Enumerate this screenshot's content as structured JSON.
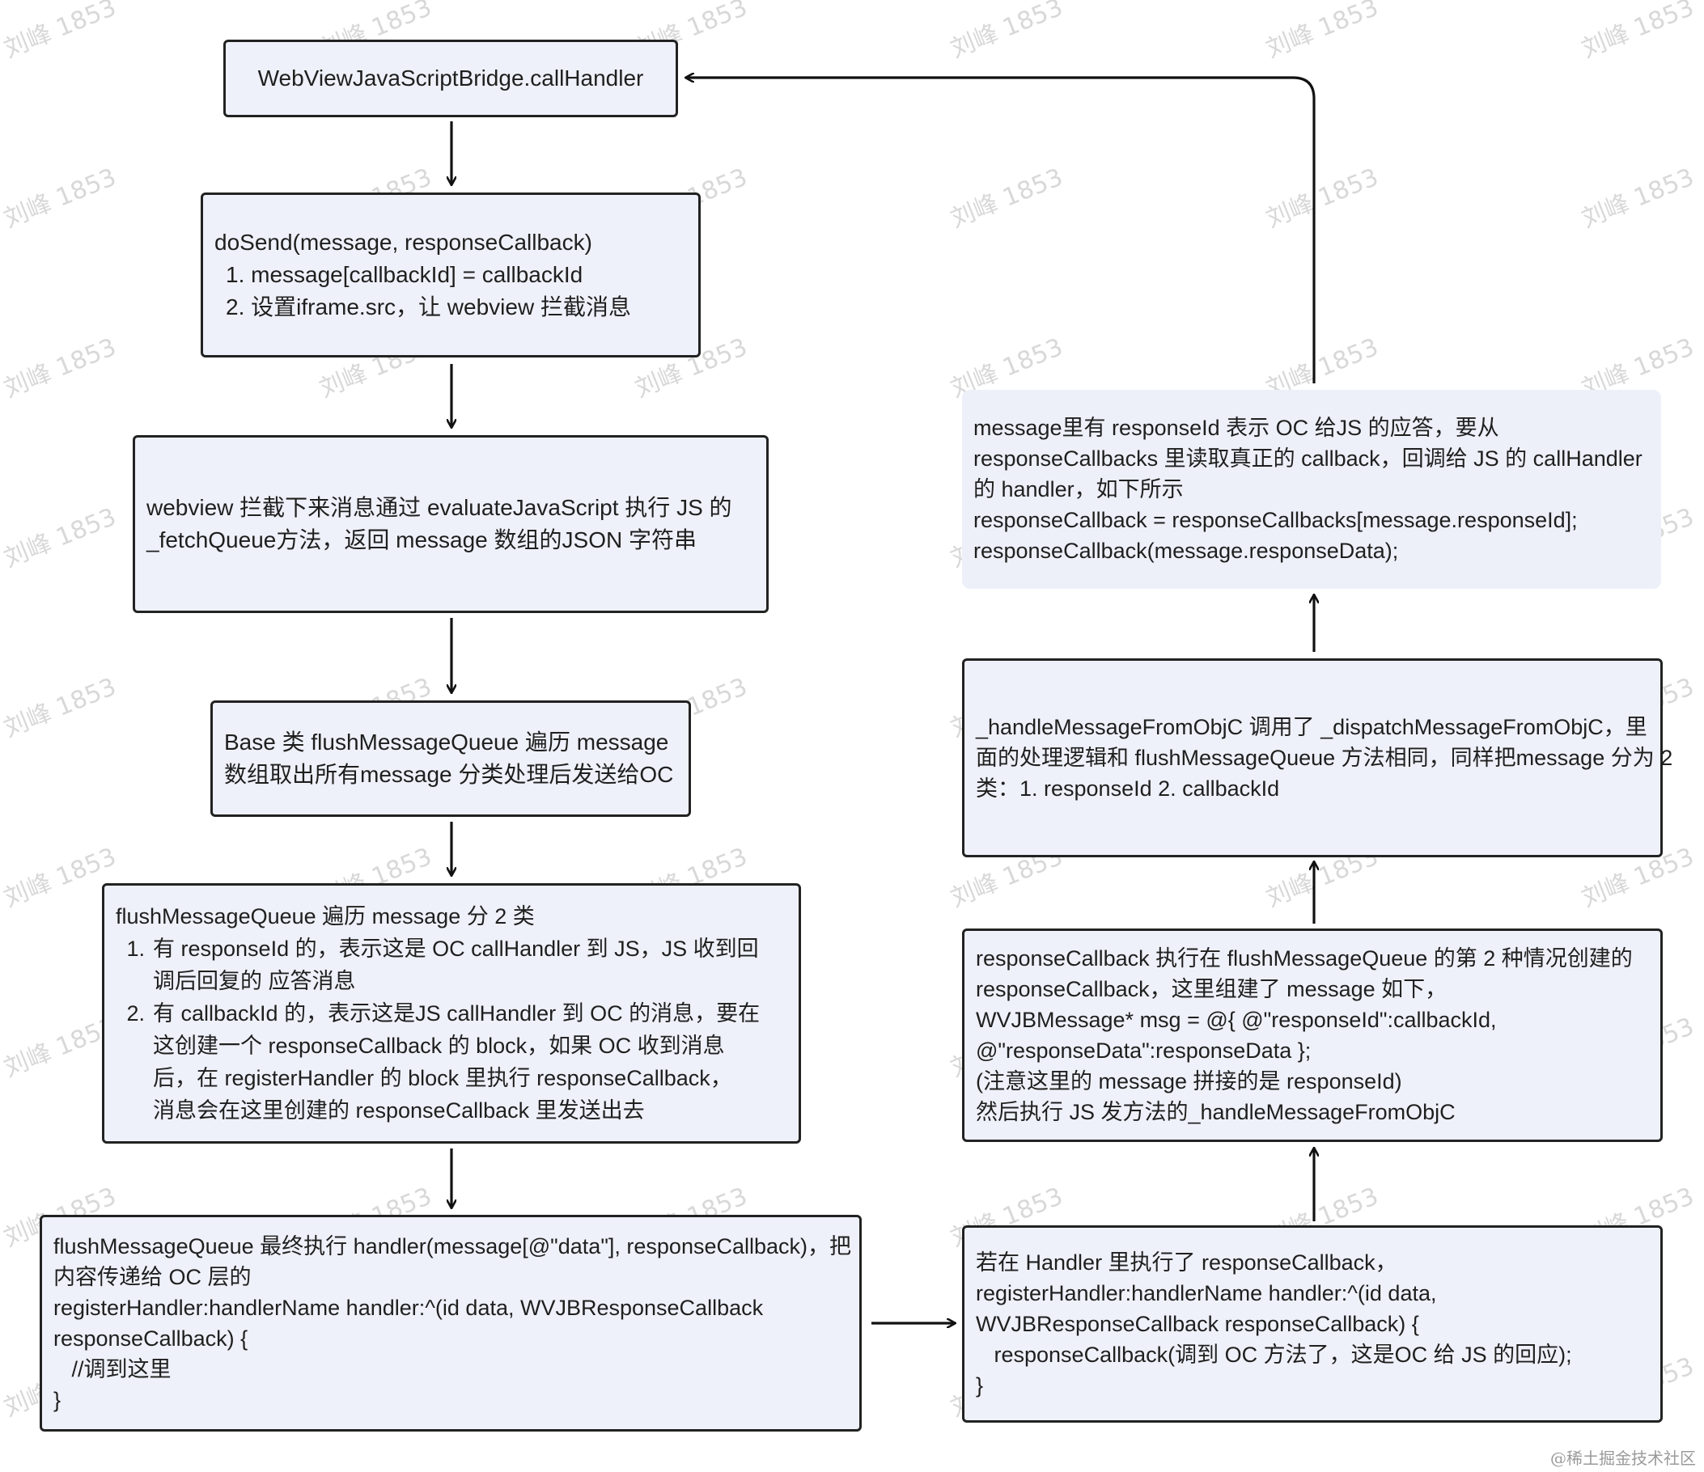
{
  "watermark": "刘峰 1853",
  "footer": "@稀土掘金技术社区",
  "boxes": {
    "call_handler": "WebViewJavaScriptBridge.callHandler",
    "do_send": {
      "title": "doSend(message, responseCallback)",
      "items": [
        "1. message[callbackId] = callbackId",
        "2. 设置iframe.src，让 webview 拦截消息"
      ]
    },
    "intercept": [
      "webview 拦截下来消息通过 evaluateJavaScript 执行 JS 的",
      "_fetchQueue方法，返回 message 数组的JSON 字符串"
    ],
    "base_flush": [
      "Base 类 flushMessageQueue 遍历 message",
      "数组取出所有message 分类处理后发送给OC"
    ],
    "flush_types": {
      "title": "flushMessageQueue 遍历 message 分 2 类",
      "items": [
        {
          "num": "1.",
          "lines": [
            "有 responseId 的，表示这是 OC callHandler 到 JS，JS 收到回",
            "调后回复的 应答消息"
          ]
        },
        {
          "num": "2.",
          "lines": [
            "有 callbackId 的，表示这是JS callHandler 到 OC 的消息，要在",
            "这创建一个 responseCallback 的 block，如果 OC 收到消息",
            "后，在 registerHandler 的 block 里执行 responseCallback，",
            "消息会在这里创建的 responseCallback 里发送出去"
          ]
        }
      ]
    },
    "final_handler": [
      "flushMessageQueue 最终执行 handler(message[@\"data\"], responseCallback)，把",
      "内容传递给 OC 层的",
      "registerHandler:handlerName handler:^(id data, WVJBResponseCallback",
      "responseCallback) {",
      "   //调到这里",
      "}"
    ],
    "if_handler": [
      "若在 Handler 里执行了 responseCallback，",
      "registerHandler:handlerName handler:^(id data,",
      "WVJBResponseCallback responseCallback) {",
      "   responseCallback(调到 OC 方法了，这是OC 给 JS 的回应);",
      "}"
    ],
    "response_exec": [
      "responseCallback 执行在 flushMessageQueue 的第 2 种情况创建的",
      "responseCallback，这里组建了 message 如下，",
      "WVJBMessage* msg = @{ @\"responseId\":callbackId,",
      "@\"responseData\":responseData };",
      "(注意这里的 message 拼接的是 responseId)",
      "然后执行 JS 发方法的_handleMessageFromObjC"
    ],
    "handle_objc": [
      "_handleMessageFromObjC 调用了 _dispatchMessageFromObjC，里",
      "面的处理逻辑和 flushMessageQueue 方法相同，同样把message 分为 2",
      "类：1. responseId 2. callbackId"
    ],
    "message_response": [
      "message里有 responseId 表示 OC 给JS 的应答，要从",
      "responseCallbacks 里读取真正的 callback，回调给 JS 的 callHandler",
      "的 handler，如下所示",
      "responseCallback = responseCallbacks[message.responseId];",
      "responseCallback(message.responseData);"
    ]
  }
}
